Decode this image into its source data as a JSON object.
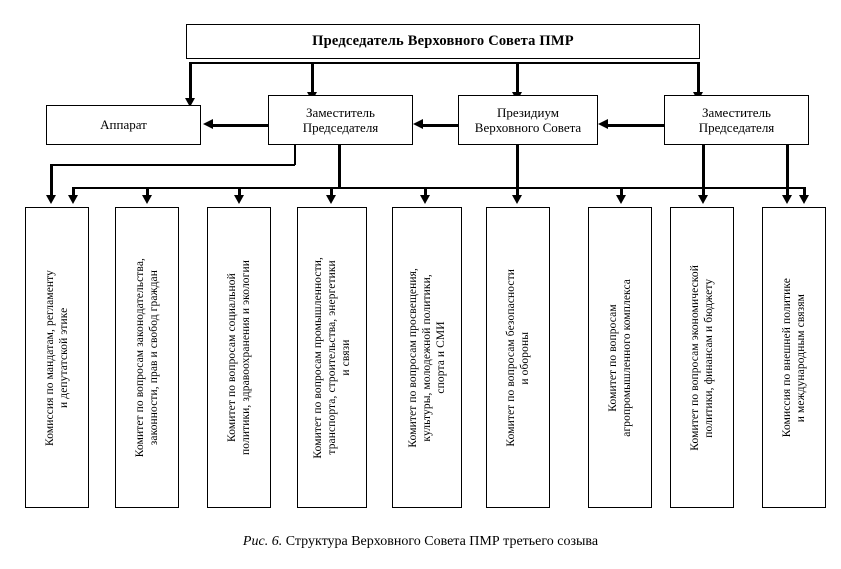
{
  "figure": {
    "caption_number": "Рис. 6.",
    "caption_text": "Структура Верховного Совета ПМР третьего созыва"
  },
  "colors": {
    "line": "#000000",
    "box_border": "#000000",
    "box_fill": "#ffffff",
    "page_bg": "#ffffff",
    "text": "#000000"
  },
  "chart_data": {
    "type": "diagram",
    "title": "Структура Верховного Совета ПМР третьего созыва",
    "orientation": "top-down organizational hierarchy",
    "levels": 3
  },
  "top": {
    "label": "Председатель Верховного Совета ПМР"
  },
  "row2": {
    "apparat": {
      "label": "Аппарат"
    },
    "deputy_left": {
      "label": "Заместитель\nПредседателя"
    },
    "presidium": {
      "label": "Президиум\nВерховного Совета"
    },
    "deputy_right": {
      "label": "Заместитель\nПредседателя"
    }
  },
  "committees": [
    {
      "id": "mandate-commission",
      "label": "Комиссия по мандатам, регламенту\nи депутатской этике"
    },
    {
      "id": "legislation",
      "label": "Комитет по вопросам законодательства,\nзаконности, прав и свобод граждан"
    },
    {
      "id": "social-policy",
      "label": "Комитет по вопросам социальной\nполитики, здравоохранения и экологии"
    },
    {
      "id": "industry",
      "label": "Комитет по вопросам промышленности,\nтранспорта, строительства, энергетики\nи связи"
    },
    {
      "id": "education-culture",
      "label": "Комитет по вопросам просвещения,\nкультуры, молодежной политики,\nспорта и СМИ"
    },
    {
      "id": "security-defence",
      "label": "Комитет по вопросам безопасности\nи обороны"
    },
    {
      "id": "agro-industrial",
      "label": "Комитет по вопросам\nагропромышленного комплекса"
    },
    {
      "id": "economy-budget",
      "label": "Комитет по вопросам экономической\nполитики, финансам и бюджету"
    },
    {
      "id": "foreign-policy",
      "label": "Комиссия по внешней политике\nи международным связям"
    }
  ]
}
